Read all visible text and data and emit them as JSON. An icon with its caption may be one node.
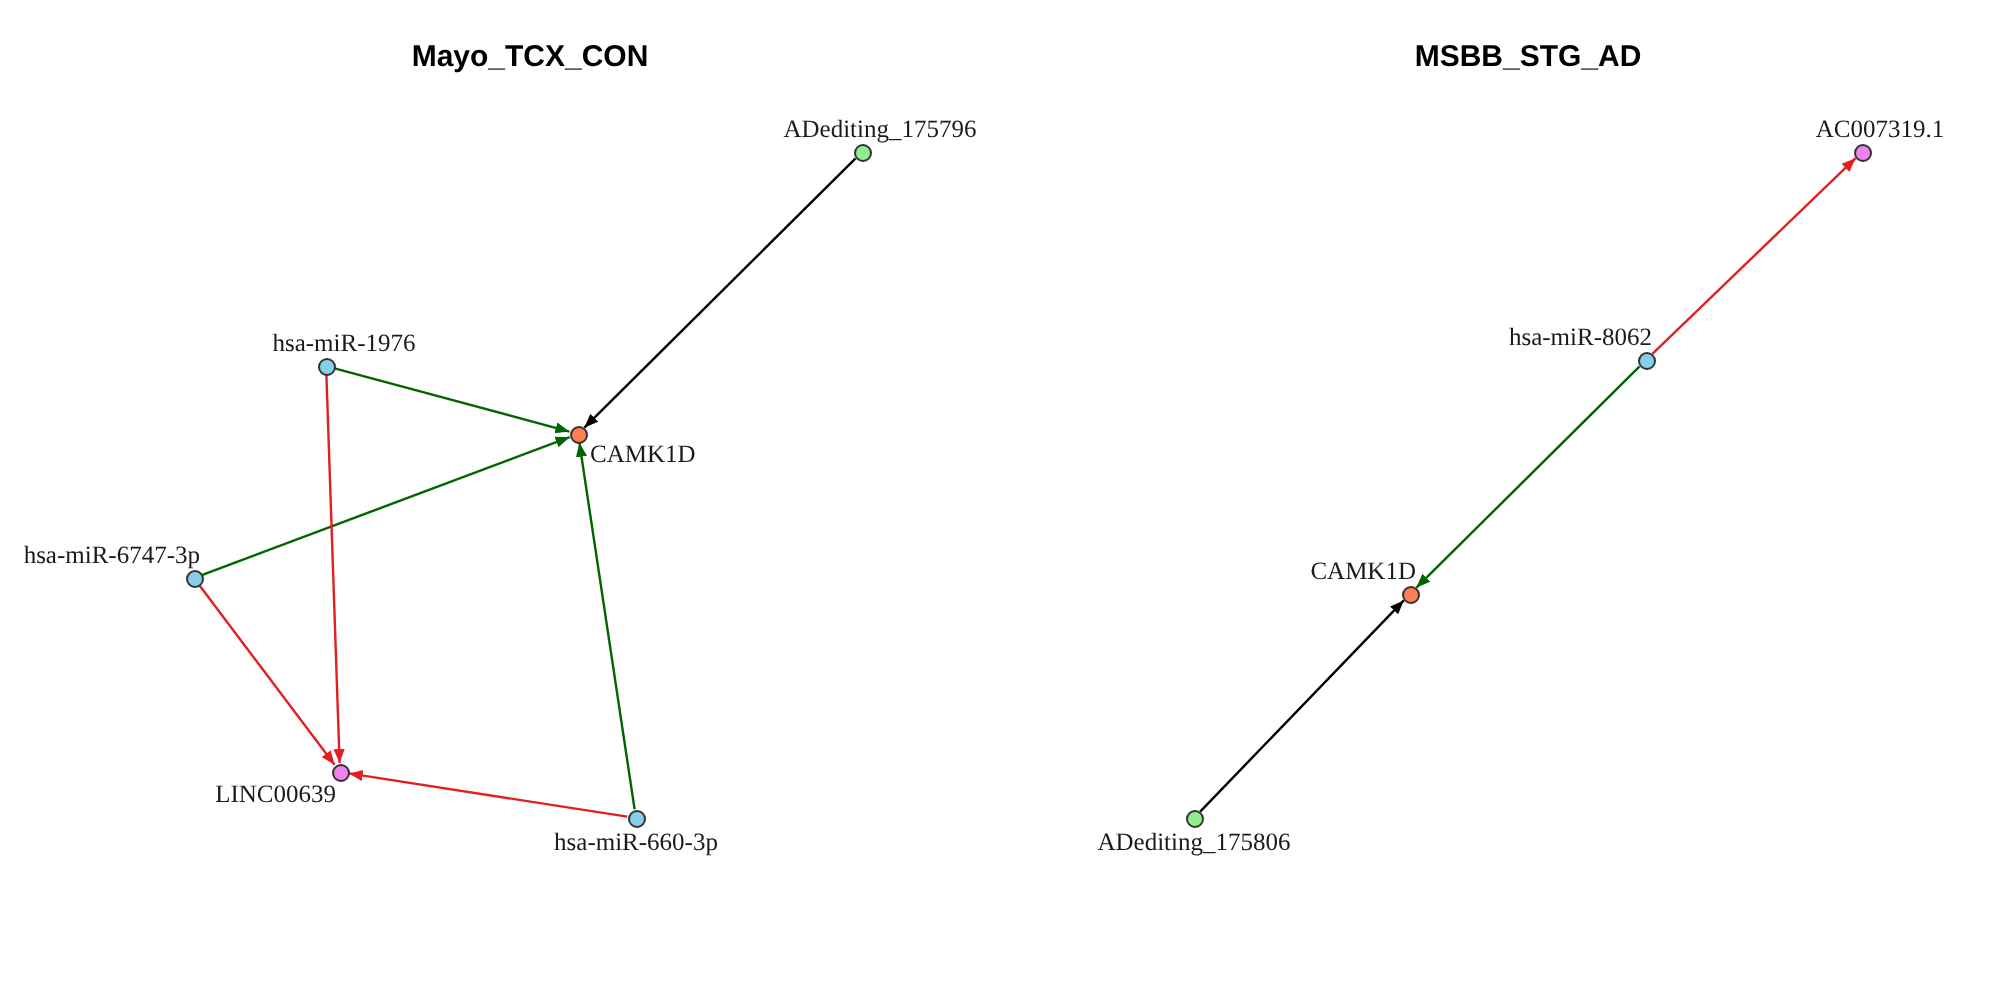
{
  "diagram": {
    "nodes": [
      {
        "text": [],
        "shape": "circle",
        "beside": [
          "ADediting_175796"
        ]
      },
      {
        "text": [],
        "shape": "circle",
        "beside": [
          "hsa-miR-1976"
        ]
      },
      {
        "text": [],
        "shape": "circle",
        "beside": [
          "CAMK1D"
        ]
      },
      {
        "text": [],
        "shape": "circle",
        "beside": [
          "hsa-miR-6747-3p"
        ]
      },
      {
        "text": [],
        "shape": "circle",
        "beside": [
          "LINC00639"
        ]
      },
      {
        "text": [],
        "shape": "circle",
        "beside": [
          "hsa-miR-660-3p"
        ]
      },
      {
        "text": [],
        "shape": "circle",
        "beside": [
          "AC007319.1"
        ]
      },
      {
        "text": [],
        "shape": "circle",
        "beside": [
          "hsa-miR-8062"
        ]
      },
      {
        "text": [],
        "shape": "circle",
        "beside": [
          "CAMK1D"
        ]
      },
      {
        "text": [],
        "shape": "circle",
        "beside": [
          "ADediting_175806"
        ]
      }
    ],
    "edges": [
      {
        "from": 0,
        "to": 2,
        "arrow": "to",
        "color": "#000000"
      },
      {
        "from": 1,
        "to": 2,
        "arrow": "to",
        "color": "#006400"
      },
      {
        "from": 3,
        "to": 2,
        "arrow": "to",
        "color": "#006400"
      },
      {
        "from": 5,
        "to": 2,
        "arrow": "to",
        "color": "#006400"
      },
      {
        "from": 1,
        "to": 4,
        "arrow": "to",
        "color": "#e02020"
      },
      {
        "from": 3,
        "to": 4,
        "arrow": "to",
        "color": "#e02020"
      },
      {
        "from": 5,
        "to": 4,
        "arrow": "to",
        "color": "#e02020"
      },
      {
        "from": 7,
        "to": 6,
        "arrow": "to",
        "color": "#e02020"
      },
      {
        "from": 7,
        "to": 8,
        "arrow": "to",
        "color": "#006400"
      },
      {
        "from": 9,
        "to": 8,
        "arrow": "to",
        "color": "#000000"
      }
    ],
    "labels": [
      "Mayo_TCX_CON",
      "MSBB_STG_AD"
    ]
  }
}
